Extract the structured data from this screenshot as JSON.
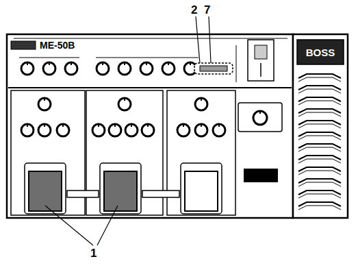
{
  "diagram": {
    "labels": [
      "2",
      "7",
      "1",
      "BOSS",
      "ME-50B"
    ]
  }
}
